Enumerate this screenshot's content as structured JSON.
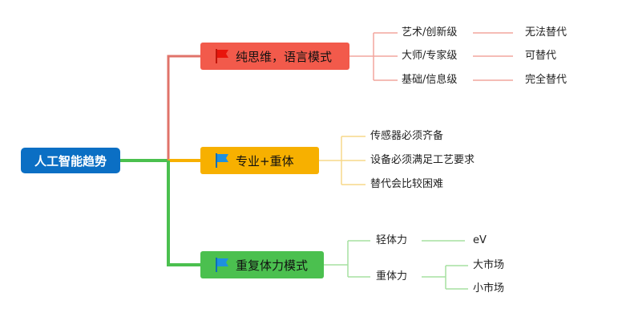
{
  "root": {
    "label": "人工智能趋势",
    "color": "#0b6fc4"
  },
  "branches": [
    {
      "label": "纯思维，语言模式",
      "color": "#f25a4b",
      "children": [
        {
          "label": "艺术/创新级",
          "result": "无法替代"
        },
        {
          "label": "大师/专家级",
          "result": "可替代"
        },
        {
          "label": "基础/信息级",
          "result": "完全替代"
        }
      ]
    },
    {
      "label": "专业+重体",
      "color": "#f7b000",
      "children": [
        {
          "label": "传感器必须齐备"
        },
        {
          "label": "设备必须满足工艺要求"
        },
        {
          "label": "替代会比较困难"
        }
      ]
    },
    {
      "label": "重复体力模式",
      "color": "#4bc04f",
      "children": [
        {
          "label": "轻体力",
          "result": "eV"
        },
        {
          "label": "重体力",
          "results": [
            "大市场",
            "小市场"
          ]
        }
      ]
    }
  ]
}
